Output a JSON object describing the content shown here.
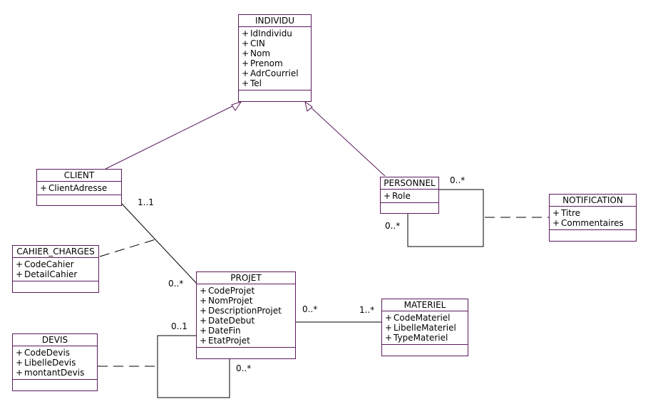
{
  "classes": {
    "individu": {
      "name": "INDIVIDU",
      "attributes": [
        "IdIndividu",
        "CIN",
        "Nom",
        "Prenom",
        "AdrCourriel",
        "Tel"
      ]
    },
    "client": {
      "name": "CLIENT",
      "attributes": [
        "ClientAdresse"
      ]
    },
    "personnel": {
      "name": "PERSONNEL",
      "attributes": [
        "Role"
      ]
    },
    "notification": {
      "name": "NOTIFICATION",
      "attributes": [
        "Titre",
        "Commentaires"
      ]
    },
    "cahier_charges": {
      "name": "CAHIER_CHARGES",
      "attributes": [
        "CodeCahier",
        "DetailCahier"
      ]
    },
    "projet": {
      "name": "PROJET",
      "attributes": [
        "CodeProjet",
        "NomProjet",
        "DescriptionProjet",
        "DateDebut",
        "DateFin",
        "EtatProjet"
      ]
    },
    "materiel": {
      "name": "MATERIEL",
      "attributes": [
        "CodeMateriel",
        "LibelleMateriel",
        "TypeMateriel"
      ]
    },
    "devis": {
      "name": "DEVIS",
      "attributes": [
        "CodeDevis",
        "LibelleDevis",
        "montantDevis"
      ]
    }
  },
  "visibility_symbol": "+",
  "multiplicities": {
    "client_projet_client_end": "1..1",
    "client_projet_projet_end": "0..*",
    "personnel_self_top": "0..*",
    "personnel_self_left": "0..*",
    "projet_materiel_projet_end": "0..*",
    "projet_materiel_materiel_end": "1..*",
    "projet_self_top": "0..1",
    "projet_self_bottom": "0..*"
  },
  "colors": {
    "class_border": "#5a1a5a",
    "line": "#000000",
    "generalization": "#5a1a5a"
  }
}
